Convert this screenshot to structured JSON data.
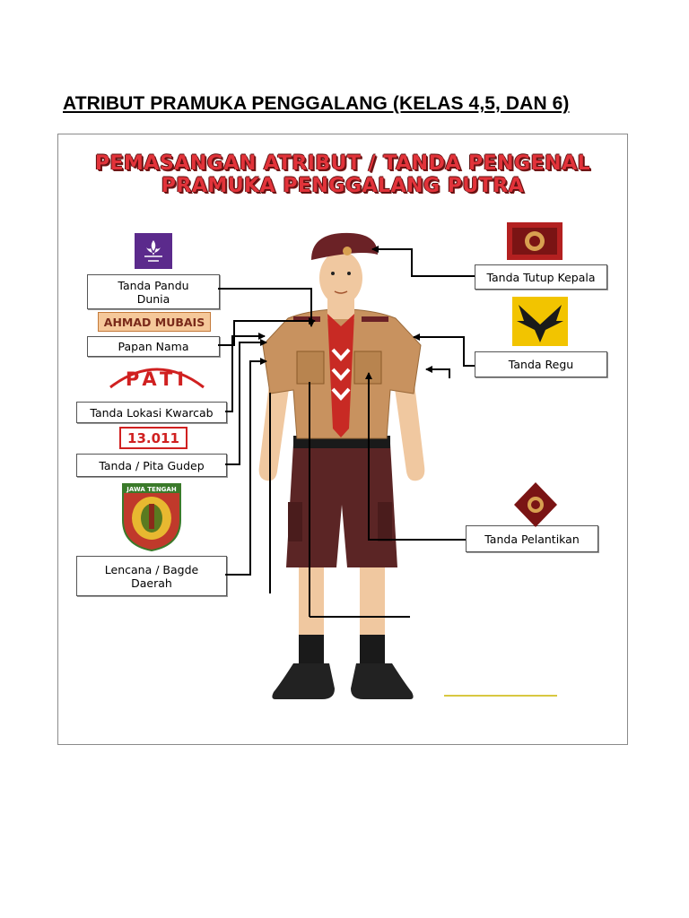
{
  "page_title": "ATRIBUT PRAMUKA PENGGALANG  (KELAS 4,5, DAN 6)",
  "poster": {
    "title_line1": "PEMASANGAN ATRIBUT / TANDA PENGENAL",
    "title_line2": "PRAMUKA PENGGALANG PUTRA"
  },
  "samples": {
    "name_plate": "AHMAD MUBAIS",
    "location_arc": "PATI",
    "gudep_number": "13.011",
    "badge_banner": "JAWA TENGAH"
  },
  "labels": {
    "pandu_dunia": "Tanda Pandu\nDunia",
    "papan_nama": "Papan Nama",
    "lokasi_kwarcab": "Tanda Lokasi Kwarcab",
    "pita_gudep": "Tanda / Pita Gudep",
    "lencana_daerah": "Lencana / Bagde\nDaerah",
    "tutup_kepala": "Tanda Tutup Kepala",
    "regu": "Tanda Regu",
    "pelantikan": "Tanda Pelantikan"
  },
  "colors": {
    "title_red": "#e2333a",
    "uniform_shirt": "#c8925f",
    "uniform_shorts": "#5b2525",
    "beret": "#6b2226",
    "scarf_red": "#c82a24",
    "badge_purple": "#5b2a8c",
    "regu_yellow": "#f2c400"
  }
}
